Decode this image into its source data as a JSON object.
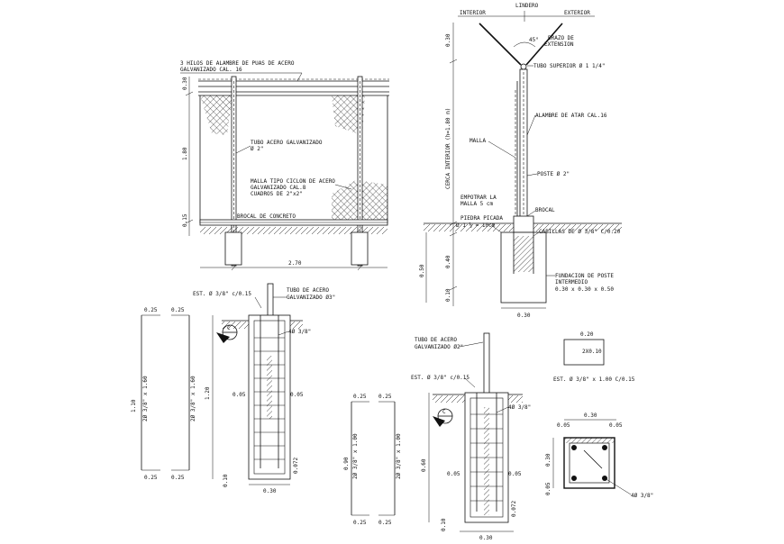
{
  "elevation": {
    "wire_note_line1": "3 HILOS DE ALAMBRE DE PUAS DE ACERO",
    "wire_note_line2": "GALVANIZADO CAL. 16",
    "tube_label_line1": "TUBO ACERO GALVANIZADO",
    "tube_label_line2": "Ø 2\"",
    "mesh_label_line1": "MALLA TIPO CICLON DE ACERO",
    "mesh_label_line2": "GALVANIZADO CAL.8",
    "mesh_label_line3": "CUADROS DE 2\"x2\"",
    "curb_label": "BROCAL DE CONCRETO",
    "dim_top": "0.30",
    "dim_height": "1.80",
    "dim_bottom": "0.15",
    "dim_width": "2.70"
  },
  "section": {
    "top_lindero": "LINDERO",
    "top_interior": "INTERIOR",
    "top_exterior": "EXTERIOR",
    "angle": "45°",
    "arm_label_line1": "BRAZO DE",
    "arm_label_line2": "EXTENSION",
    "top_tube": "TUBO SUPERIOR Ø 1 1/4\"",
    "tie_wire": "ALAMBRE DE ATAR CAL.16",
    "mesh": "MALLA",
    "post": "POSTE Ø 2\"",
    "embed_line1": "EMPOTRAR LA",
    "embed_line2": "MALLA 5 cm",
    "stone_line1": "PIEDRA PICADA",
    "stone_line2": "Ø 1 ½ = 10cm",
    "curb": "BROCAL",
    "rods": "CABILLAS DE Ø 3/8\" C/0.20",
    "foundation_line1": "FUNDACION DE POSTE",
    "foundation_line2": "INTERMEDIO",
    "foundation_line3": "0.30 x 0.30 x 0.50",
    "dim_arm": "0.30",
    "dim_fence": "CERCA INTERIOR (h=1.80 m)",
    "dim_below": "0.40",
    "dim_found": "0.50",
    "dim_bottom": "0.10",
    "dim_width": "0.30"
  },
  "column_left": {
    "dim_top_left": "0.25",
    "dim_top_right": "0.25",
    "dim_bot_left": "0.25",
    "dim_bot_right": "0.25",
    "height_left": "1.10",
    "rebar_left": "2Ø 3/8\" x 1.60",
    "rebar_right": "2Ø 3/8\" x 1.60",
    "stirrups": "EST. Ø 3/8\" c/0.15",
    "tube_line1": "TUBO DE ACERO",
    "tube_line2": "GALVANIZADO Ø3\"",
    "rebar_note": "4Ø 3/8\"",
    "marker": "C",
    "dim_height": "1.20",
    "cover_left": "0.05",
    "cover_right": "0.05",
    "dim_base": "0.072",
    "dim_bottom": "0.10",
    "dim_width": "0.30"
  },
  "column_right": {
    "dim_top_left": "0.25",
    "dim_top_right": "0.25",
    "dim_bot_left": "0.25",
    "dim_bot_right": "0.25",
    "height_left": "0.90",
    "rebar_left": "2Ø 3/8\" x 1.00",
    "rebar_right": "2Ø 3/8\" x 1.00",
    "tube_line1": "TUBO DE ACERO",
    "tube_line2": "GALVANIZADO Ø2\"",
    "stirrups": "EST. Ø 3/8\" c/0.15",
    "rebar_note": "4Ø 3/8\"",
    "marker": "C",
    "dim_height": "0.60",
    "cover_left": "0.05",
    "cover_right": "0.05",
    "dim_base": "0.072",
    "dim_bottom": "0.10",
    "dim_width": "0.30"
  },
  "detail_small": {
    "dim": "0.20",
    "inner": "2X0.10",
    "note": "EST. Ø 3/8\" x 1.00 C/0.15"
  },
  "section_cc": {
    "dim_top": "0.30",
    "cover_left": "0.05",
    "cover_right": "0.05",
    "dim_side": "0.30",
    "cover_bottom": "0.05",
    "rebar": "4Ø 3/8\""
  }
}
